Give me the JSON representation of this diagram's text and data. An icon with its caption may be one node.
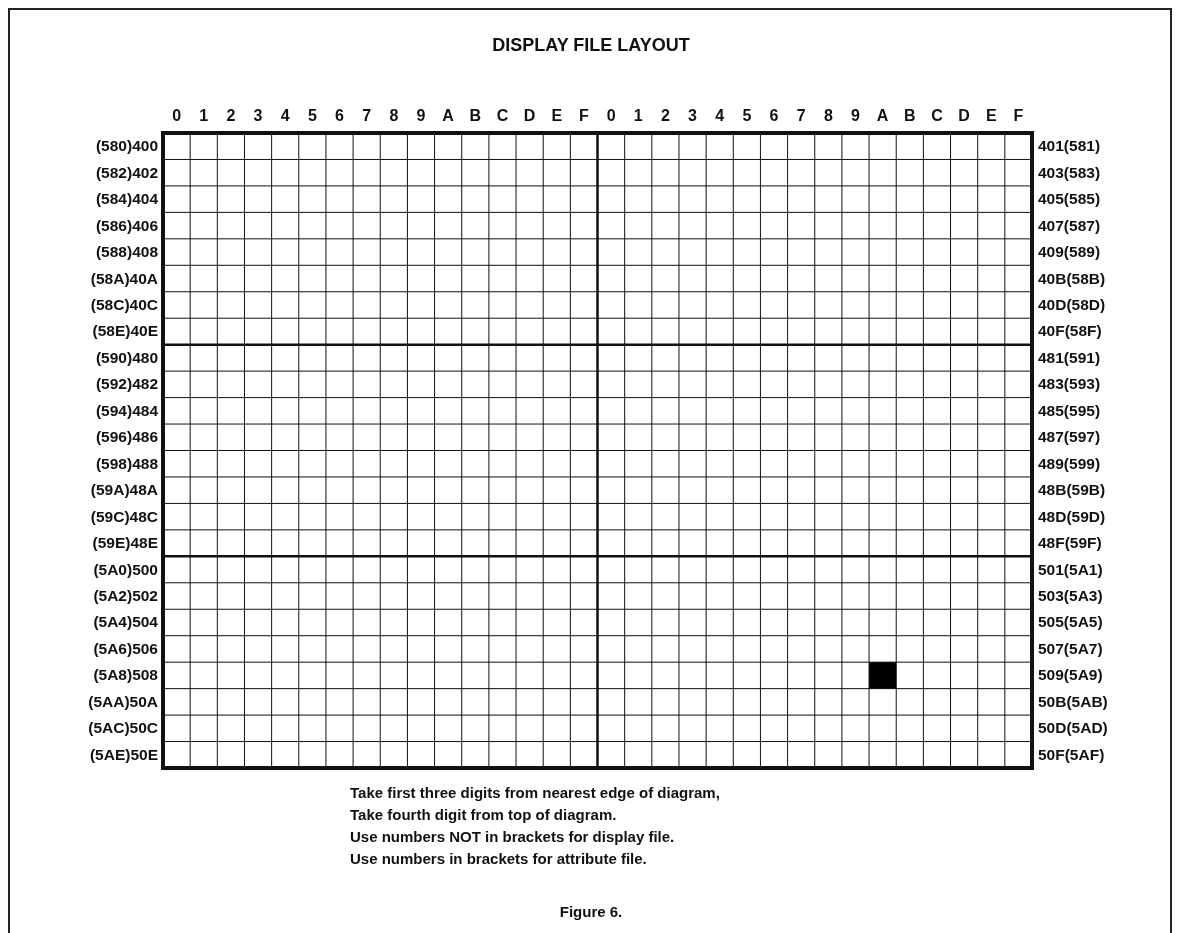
{
  "diagram": {
    "title": "DISPLAY FILE LAYOUT",
    "caption": "Figure 6.",
    "labels": [
      "0",
      "1",
      "2",
      "3",
      "4",
      "5",
      "6",
      "7",
      "8",
      "9",
      "A",
      "B",
      "C",
      "D",
      "E",
      "F",
      "0",
      "1",
      "2",
      "3",
      "4",
      "5",
      "6",
      "7",
      "8",
      "9",
      "A",
      "B",
      "C",
      "D",
      "E",
      "F",
      "(580)400",
      "401(581)",
      "(582)402",
      "403(583)",
      "(584)404",
      "405(585)",
      "(586)406",
      "407(587)",
      "(588)408",
      "409(589)",
      "(58A)40A",
      "40B(58B)",
      "(58C)40C",
      "40D(58D)",
      "(58E)40E",
      "40F(58F)",
      "(590)480",
      "481(591)",
      "(592)482",
      "483(593)",
      "(594)484",
      "485(595)",
      "(596)486",
      "487(597)",
      "(598)488",
      "489(599)",
      "(59A)48A",
      "48B(59B)",
      "(59C)48C",
      "48D(59D)",
      "(59E)48E",
      "48F(59F)",
      "(5A0)500",
      "501(5A1)",
      "(5A2)502",
      "503(5A3)",
      "(5A4)504",
      "505(5A5)",
      "(5A6)506",
      "507(5A7)",
      "(5A8)508",
      "509(5A9)",
      "(5AA)50A",
      "50B(5AB)",
      "(5AC)50C",
      "50D(5AD)",
      "(5AE)50E",
      "50F(5AF)",
      "Take first three digits from nearest edge of diagram,",
      "Take fourth digit from top of diagram.",
      "Use numbers NOT in brackets for display file.",
      "Use numbers in brackets for attribute file."
    ]
  }
}
